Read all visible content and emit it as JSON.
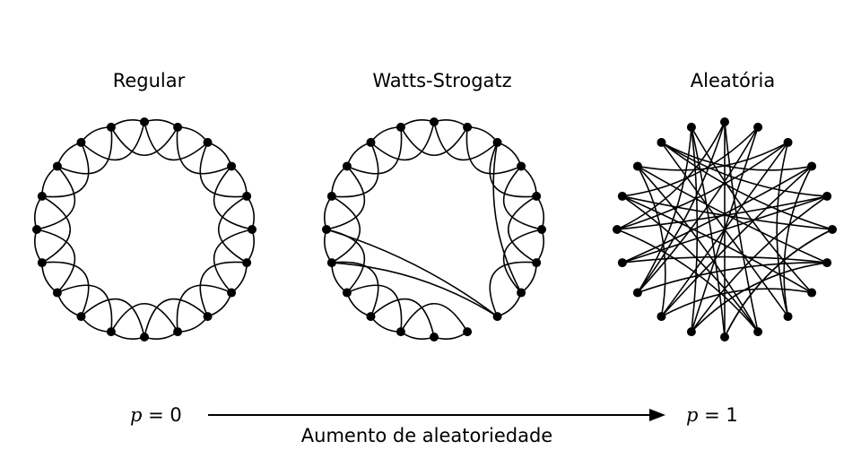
{
  "titles": {
    "regular": "Regular",
    "watts_strogatz": "Watts-Strogatz",
    "random": "Aleatória"
  },
  "axis": {
    "p_start_var": "p",
    "p_start_eq": " = 0",
    "p_end_var": "p",
    "p_end_eq": " = 1",
    "caption": "Aumento de aleatoriedade"
  },
  "graphs": {
    "node_count": 20,
    "regular": {
      "neighbors_each_side": 2
    },
    "watts_strogatz": {
      "removed_edges": [
        [
          8,
          9
        ],
        [
          7,
          9
        ],
        [
          8,
          10
        ]
      ],
      "added_edges": [
        [
          8,
          14
        ],
        [
          8,
          15
        ],
        [
          2,
          7
        ]
      ]
    },
    "random": {
      "edges": [
        [
          0,
          9
        ],
        [
          0,
          13
        ],
        [
          1,
          11
        ],
        [
          1,
          16
        ],
        [
          2,
          12
        ],
        [
          2,
          17
        ],
        [
          3,
          14
        ],
        [
          3,
          8
        ],
        [
          4,
          15
        ],
        [
          4,
          11
        ],
        [
          5,
          16
        ],
        [
          5,
          18
        ],
        [
          6,
          17
        ],
        [
          6,
          13
        ],
        [
          7,
          19
        ],
        [
          7,
          12
        ],
        [
          8,
          18
        ],
        [
          9,
          15
        ],
        [
          10,
          0
        ],
        [
          10,
          5
        ],
        [
          11,
          19
        ],
        [
          12,
          3
        ],
        [
          13,
          1
        ],
        [
          14,
          6
        ],
        [
          15,
          2
        ],
        [
          16,
          7
        ],
        [
          17,
          9
        ],
        [
          18,
          4
        ],
        [
          19,
          10
        ],
        [
          2,
          8
        ],
        [
          4,
          14
        ],
        [
          6,
          11
        ],
        [
          13,
          19
        ],
        [
          15,
          0
        ],
        [
          17,
          12
        ],
        [
          3,
          18
        ],
        [
          9,
          16
        ],
        [
          5,
          10
        ]
      ]
    }
  }
}
